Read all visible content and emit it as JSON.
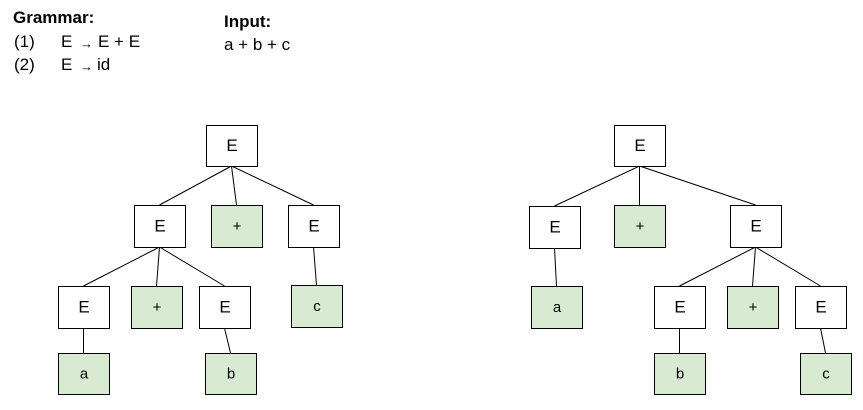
{
  "grammar": {
    "title": "Grammar:",
    "rules": [
      {
        "number": "(1)",
        "lhs": "E",
        "arrow": "→",
        "rhs": "E + E"
      },
      {
        "number": "(2)",
        "lhs": "E",
        "arrow": "→",
        "rhs": "id"
      }
    ]
  },
  "input": {
    "title": "Input:",
    "value": "a + b + c"
  },
  "colors": {
    "nonterminal_fill": "#ffffff",
    "terminal_fill": "#d9ead3",
    "stroke": "#000000"
  },
  "trees": [
    {
      "name": "left-derivation-tree",
      "nodes": [
        {
          "id": "L0",
          "label": "E",
          "terminal": false
        },
        {
          "id": "L1",
          "label": "E",
          "terminal": false
        },
        {
          "id": "L2",
          "label": "+",
          "terminal": true
        },
        {
          "id": "L3",
          "label": "E",
          "terminal": false
        },
        {
          "id": "L4",
          "label": "E",
          "terminal": false
        },
        {
          "id": "L5",
          "label": "+",
          "terminal": true
        },
        {
          "id": "L6",
          "label": "E",
          "terminal": false
        },
        {
          "id": "L7",
          "label": "c",
          "terminal": true
        },
        {
          "id": "L8",
          "label": "a",
          "terminal": true
        },
        {
          "id": "L9",
          "label": "b",
          "terminal": true
        }
      ],
      "edges": [
        [
          "L0",
          "L1"
        ],
        [
          "L0",
          "L2"
        ],
        [
          "L0",
          "L3"
        ],
        [
          "L1",
          "L4"
        ],
        [
          "L1",
          "L5"
        ],
        [
          "L1",
          "L6"
        ],
        [
          "L3",
          "L7"
        ],
        [
          "L4",
          "L8"
        ],
        [
          "L6",
          "L9"
        ]
      ]
    },
    {
      "name": "right-derivation-tree",
      "nodes": [
        {
          "id": "R0",
          "label": "E",
          "terminal": false
        },
        {
          "id": "R1",
          "label": "E",
          "terminal": false
        },
        {
          "id": "R2",
          "label": "+",
          "terminal": true
        },
        {
          "id": "R3",
          "label": "E",
          "terminal": false
        },
        {
          "id": "R4",
          "label": "a",
          "terminal": true
        },
        {
          "id": "R5",
          "label": "E",
          "terminal": false
        },
        {
          "id": "R6",
          "label": "+",
          "terminal": true
        },
        {
          "id": "R7",
          "label": "E",
          "terminal": false
        },
        {
          "id": "R8",
          "label": "b",
          "terminal": true
        },
        {
          "id": "R9",
          "label": "c",
          "terminal": true
        }
      ],
      "edges": [
        [
          "R0",
          "R1"
        ],
        [
          "R0",
          "R2"
        ],
        [
          "R0",
          "R3"
        ],
        [
          "R1",
          "R4"
        ],
        [
          "R3",
          "R5"
        ],
        [
          "R3",
          "R6"
        ],
        [
          "R3",
          "R7"
        ],
        [
          "R5",
          "R8"
        ],
        [
          "R7",
          "R9"
        ]
      ]
    }
  ]
}
